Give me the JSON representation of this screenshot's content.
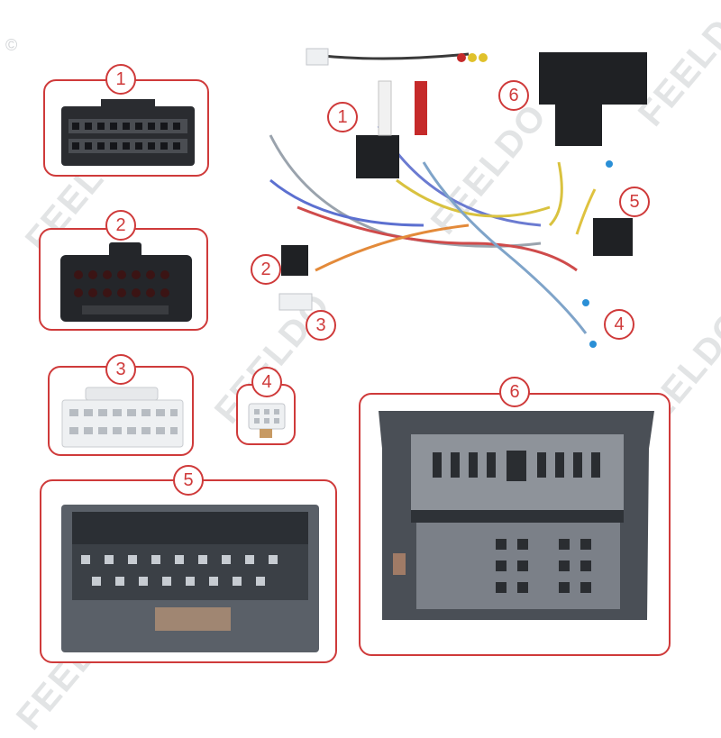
{
  "watermark": {
    "text": "FEELDO",
    "copyright": "©"
  },
  "panels": [
    {
      "id": "1",
      "label": "1"
    },
    {
      "id": "2",
      "label": "2"
    },
    {
      "id": "3",
      "label": "3"
    },
    {
      "id": "4",
      "label": "4"
    },
    {
      "id": "5",
      "label": "5"
    },
    {
      "id": "6",
      "label": "6"
    }
  ],
  "harness_callouts": [
    "1",
    "2",
    "3",
    "4",
    "5",
    "6"
  ],
  "colors": {
    "outline": "#cf3a3a",
    "connector_dark": "#2a2c30",
    "connector_white": "#eef0f2"
  }
}
